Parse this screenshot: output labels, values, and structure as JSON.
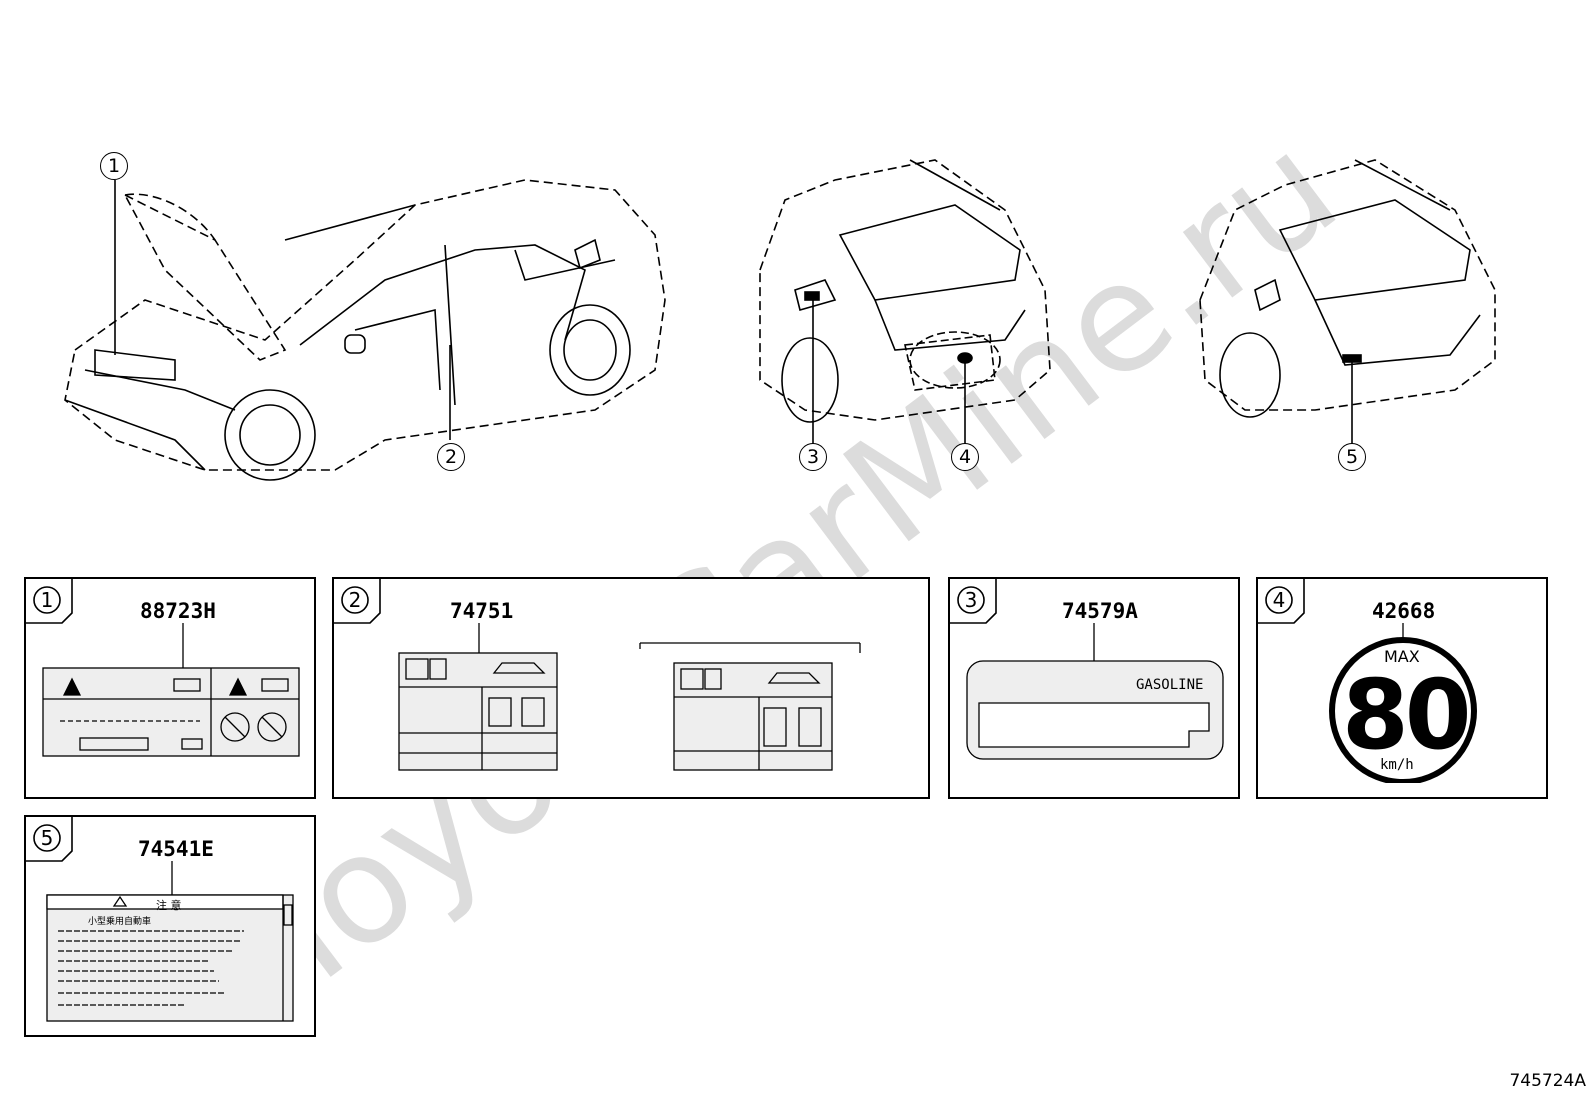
{
  "figure_id": "745724A",
  "watermark": "ToyotaCarMine.ru",
  "callouts": [
    "1",
    "2",
    "3",
    "4",
    "5"
  ],
  "panels": [
    {
      "num": "1",
      "part_no": "88723H"
    },
    {
      "num": "2",
      "part_no": "74751"
    },
    {
      "num": "3",
      "part_no": "74579A",
      "label_text": "GASOLINE"
    },
    {
      "num": "4",
      "part_no": "42668",
      "top_text": "MAX",
      "speed": "80",
      "unit": "km/h"
    },
    {
      "num": "5",
      "part_no": "74541E",
      "header_text": "注 意",
      "subtitle": "小型乗用自動車"
    }
  ],
  "colors": {
    "ink": "#000000",
    "watermark": "#d9d9d9",
    "label_fill": "#eeeeee"
  }
}
